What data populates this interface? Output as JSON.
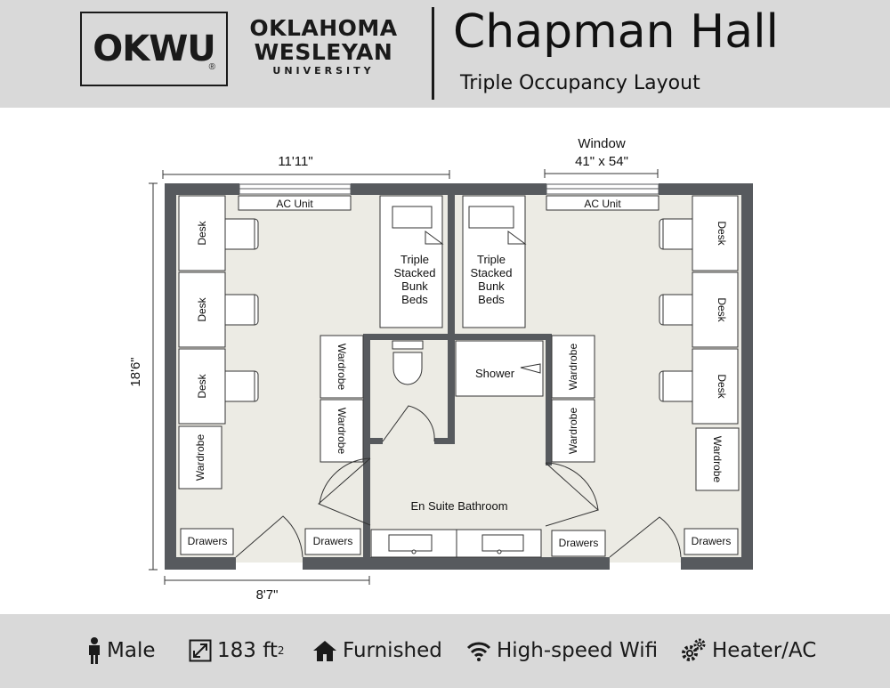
{
  "header": {
    "logo_text": "OKWU",
    "logo_reg": "®",
    "university_line1": "OKLAHOMA",
    "university_line2": "WESLEYAN",
    "university_line3": "UNIVERSITY",
    "title": "Chapman Hall",
    "subtitle": "Triple Occupancy Layout"
  },
  "plan": {
    "dim_top_width": "11'11\"",
    "window_label_1": "Window",
    "window_label_2": "41\" x 54\"",
    "dim_height": "18'6\"",
    "dim_bottom_width": "8'7\"",
    "ac_unit_label": "AC Unit",
    "desk_label": "Desk",
    "wardrobe_label": "Wardrobe",
    "drawers_label": "Drawers",
    "bunk_line1": "Triple",
    "bunk_line2": "Stacked",
    "bunk_line3": "Bunk",
    "bunk_line4": "Beds",
    "shower_label": "Shower",
    "bathroom_label": "En Suite Bathroom"
  },
  "features": [
    {
      "icon": "person-icon",
      "label": "Male"
    },
    {
      "icon": "expand-icon",
      "label": "183 ft",
      "sup": "2"
    },
    {
      "icon": "house-icon",
      "label": "Furnished"
    },
    {
      "icon": "wifi-icon",
      "label": "High-speed Wifi"
    },
    {
      "icon": "gears-icon",
      "label": "Heater/AC"
    }
  ],
  "colors": {
    "header_bg": "#d9d9d9",
    "wall": "#575a5e",
    "floor": "#ecebe4",
    "text": "#111111"
  }
}
